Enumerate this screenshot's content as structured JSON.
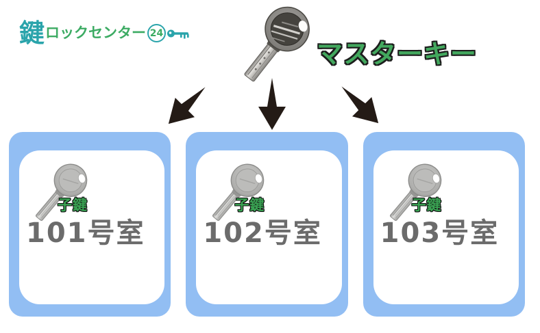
{
  "logo": {
    "kanji": "鍵",
    "name": "ロックセンター",
    "number": "24",
    "key_icon": "key-icon",
    "teal": "#2aa4ab",
    "green": "#3cab63"
  },
  "hero": {
    "title": "マスターキー",
    "title_color": "#43a85e",
    "master_key_icon": "master-key-icon",
    "arrow_icons": [
      "down-left-arrow-icon",
      "down-arrow-icon",
      "down-right-arrow-icon"
    ]
  },
  "cards": [
    {
      "key_icon": "child-key-icon",
      "badge": "子鍵",
      "room": "101号室"
    },
    {
      "key_icon": "child-key-icon",
      "badge": "子鍵",
      "room": "102号室"
    },
    {
      "key_icon": "child-key-icon",
      "badge": "子鍵",
      "room": "103号室"
    }
  ],
  "colors": {
    "page_bg": "#ffffff",
    "card_bg": "#92bef3",
    "card_inner_bg": "#ffffff",
    "room_text": "#6b6b6b",
    "badge_green": "#3aa353",
    "title_green": "#43a85e",
    "arrow_black": "#241b16",
    "logo_teal": "#2aa4ab",
    "logo_green": "#3cab63"
  }
}
